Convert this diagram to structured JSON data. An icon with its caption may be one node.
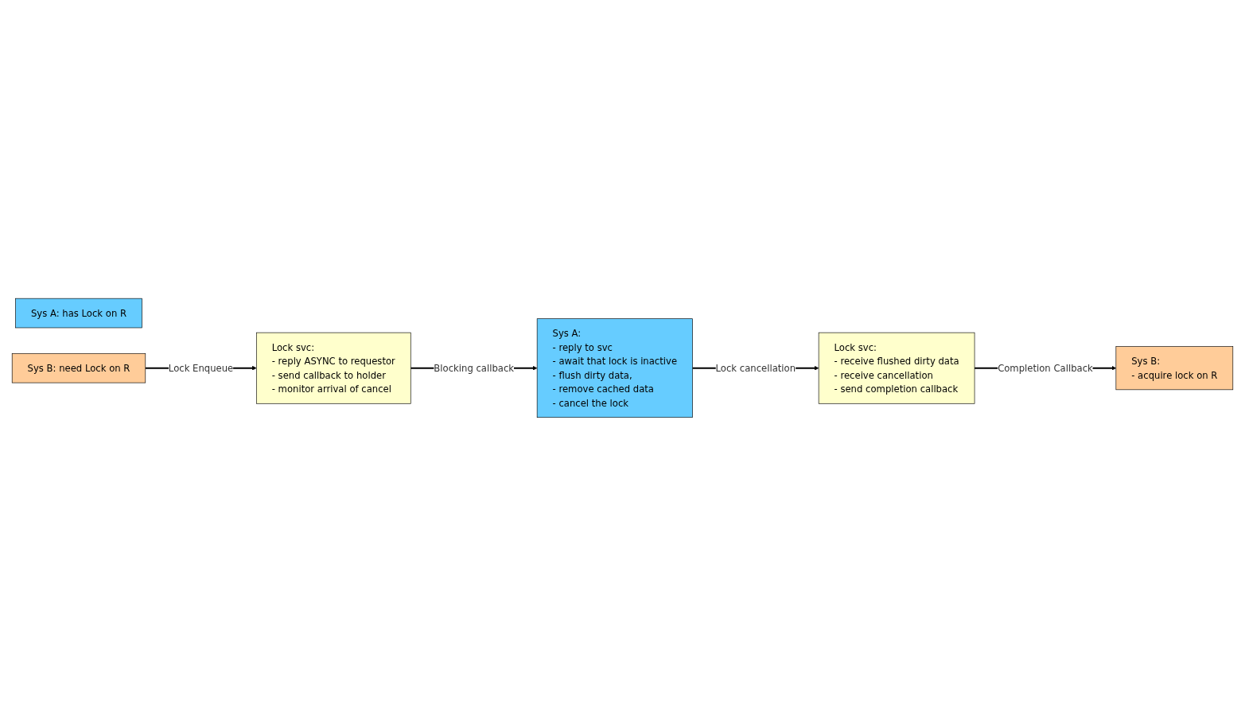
{
  "diagram": {
    "nodes": [
      {
        "text": [
          "Sys A: has Lock on R"
        ]
      },
      {
        "text": [
          "Sys B: need Lock on R"
        ]
      },
      {
        "text": [
          "Lock svc:",
          "- reply ASYNC to requestor",
          "- send callback to holder",
          "- monitor arrival of cancel"
        ]
      },
      {
        "text": [
          "Sys A:",
          "- reply to svc",
          "- await that lock is inactive",
          "- flush dirty data,",
          "- remove cached data",
          "- cancel the lock"
        ]
      },
      {
        "text": [
          "Lock svc:",
          "- receive flushed dirty data",
          "- receive cancellation",
          "- send completion callback"
        ]
      },
      {
        "text": [
          "Sys B:",
          "- acquire lock on R"
        ]
      }
    ],
    "edges": [
      {
        "from": 1,
        "to": 2,
        "arrow": "to",
        "label": "Lock Enqueue"
      },
      {
        "from": 2,
        "to": 3,
        "arrow": "to",
        "label": "Blocking callback"
      },
      {
        "from": 3,
        "to": 4,
        "arrow": "to",
        "label": "Lock cancellation"
      },
      {
        "from": 4,
        "to": 5,
        "arrow": "to",
        "label": "Completion Callback"
      }
    ]
  }
}
